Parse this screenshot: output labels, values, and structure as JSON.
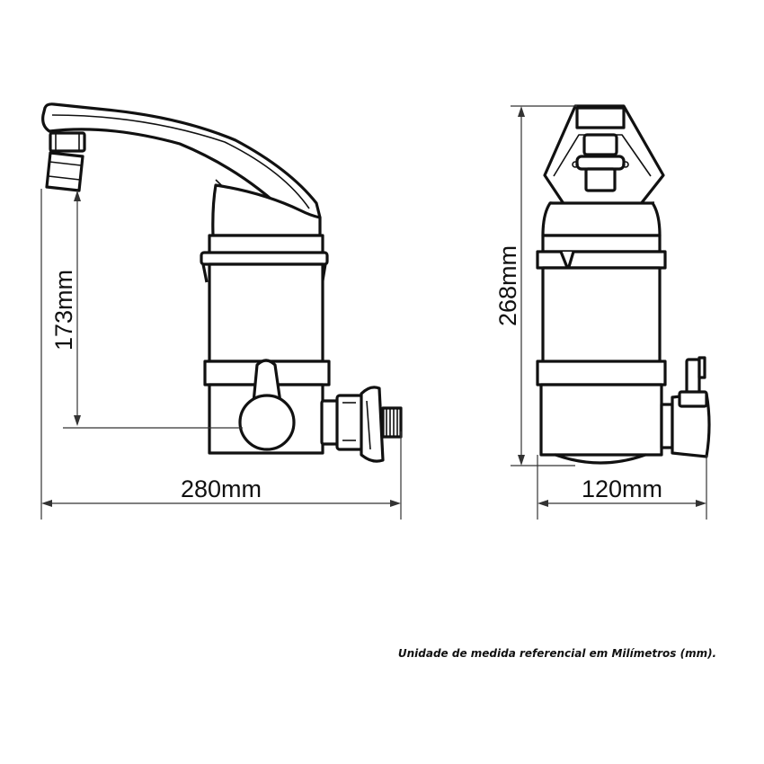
{
  "dimensions": {
    "side_width": "280mm",
    "side_height": "173mm",
    "front_width": "120mm",
    "front_height": "268mm"
  },
  "note": "Unidade de medida referencial em Milímetros (mm)."
}
